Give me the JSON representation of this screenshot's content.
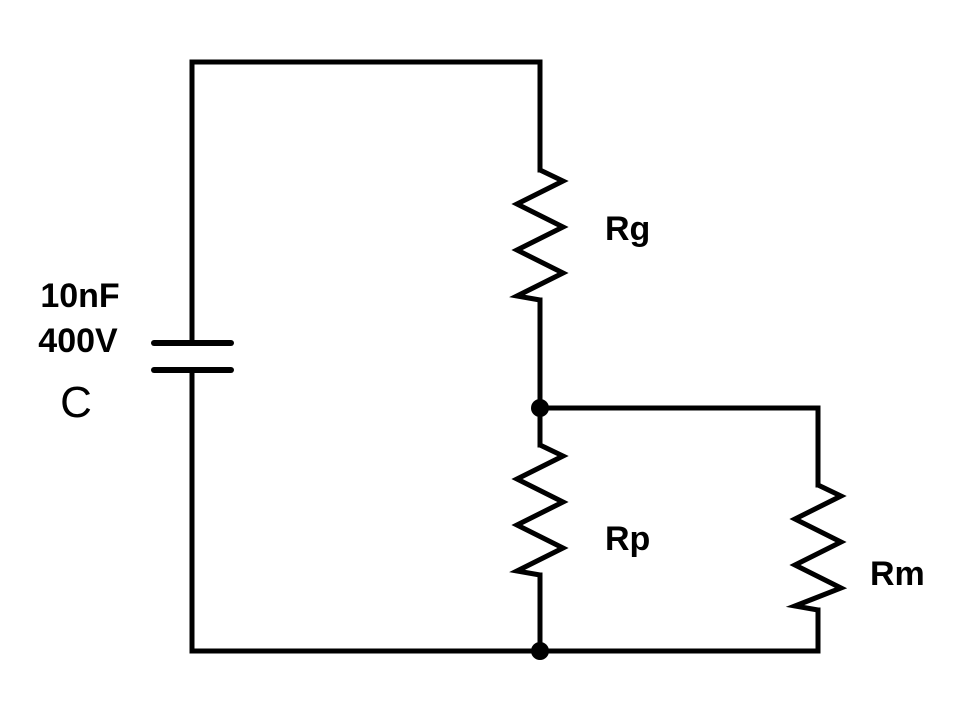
{
  "capacitor": {
    "capacitance": "10nF",
    "voltage": "400V",
    "name": "C"
  },
  "resistors": {
    "rg": "Rg",
    "rp": "Rp",
    "rm": "Rm"
  }
}
